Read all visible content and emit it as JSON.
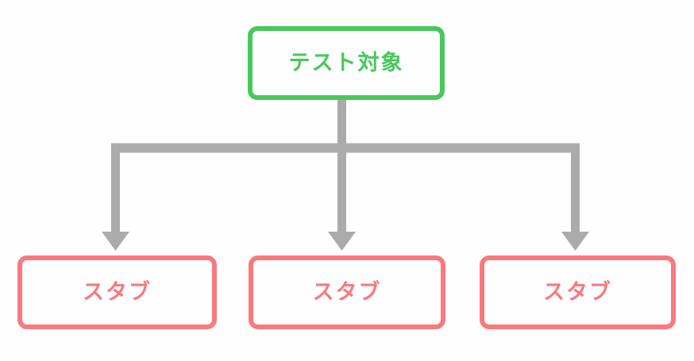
{
  "diagram": {
    "title_node": {
      "id": "sut",
      "label": "テスト対象",
      "role": "system-under-test",
      "border_color": "#48c85b",
      "text_color": "#48c85b",
      "fill_color": "#fefefe"
    },
    "child_nodes": [
      {
        "id": "stub-1",
        "label": "スタブ",
        "role": "stub",
        "border_color": "#f9797e",
        "text_color": "#f9797e",
        "fill_color": "#fefefe"
      },
      {
        "id": "stub-2",
        "label": "スタブ",
        "role": "stub",
        "border_color": "#f9797e",
        "text_color": "#f9797e",
        "fill_color": "#fefefe"
      },
      {
        "id": "stub-3",
        "label": "スタブ",
        "role": "stub",
        "border_color": "#f9797e",
        "text_color": "#f9797e",
        "fill_color": "#fefefe"
      }
    ],
    "connectors": {
      "color": "#ababab",
      "style": "orthogonal-arrow",
      "count": 3,
      "arrowhead": "solid-triangle-down"
    },
    "background_color": "#fefefe"
  }
}
